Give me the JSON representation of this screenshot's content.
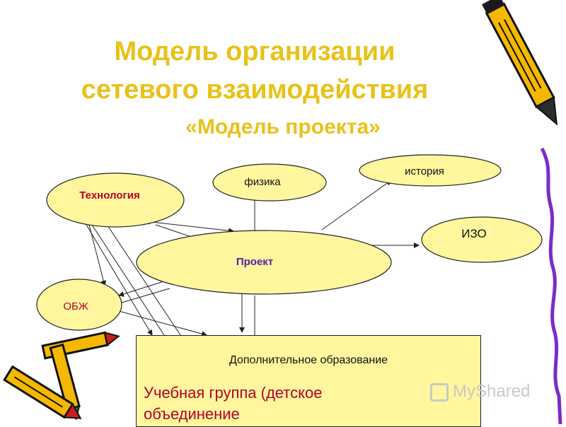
{
  "title": {
    "line1": "Модель организации",
    "line2": "сетевого взаимодействия"
  },
  "subtitle": "«Модель проекта»",
  "nodes": {
    "technology": "Технология",
    "physics": "физика",
    "history": "история",
    "izo": "ИЗО",
    "project": "Проект",
    "obzh": "ОБЖ"
  },
  "edu_box": {
    "title": "Дополнительное образование",
    "group_line1": "Учебная группа (детское",
    "group_line2": "объединение"
  },
  "watermark": "MyShared",
  "colors": {
    "title": "#e8c21a",
    "node_fill": "#fff69e",
    "accent_red": "#b5002a",
    "accent_purple": "#5a1aa0"
  }
}
